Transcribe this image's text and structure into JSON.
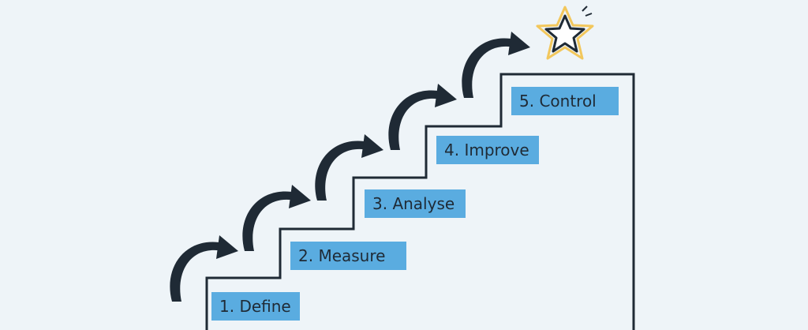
{
  "steps": [
    {
      "label": "1. Define"
    },
    {
      "label": "2. Measure"
    },
    {
      "label": "3. Analyse"
    },
    {
      "label": "4. Improve"
    },
    {
      "label": "5. Control"
    }
  ],
  "colors": {
    "background": "#eef4f8",
    "label_fill": "#5aace0",
    "stair_line": "#1f2a35",
    "arrow": "#1f2a35",
    "star_outline": "#1f2a35",
    "star_glow": "#f2c75c"
  },
  "icons": [
    "curved-arrow-icon",
    "star-icon"
  ]
}
